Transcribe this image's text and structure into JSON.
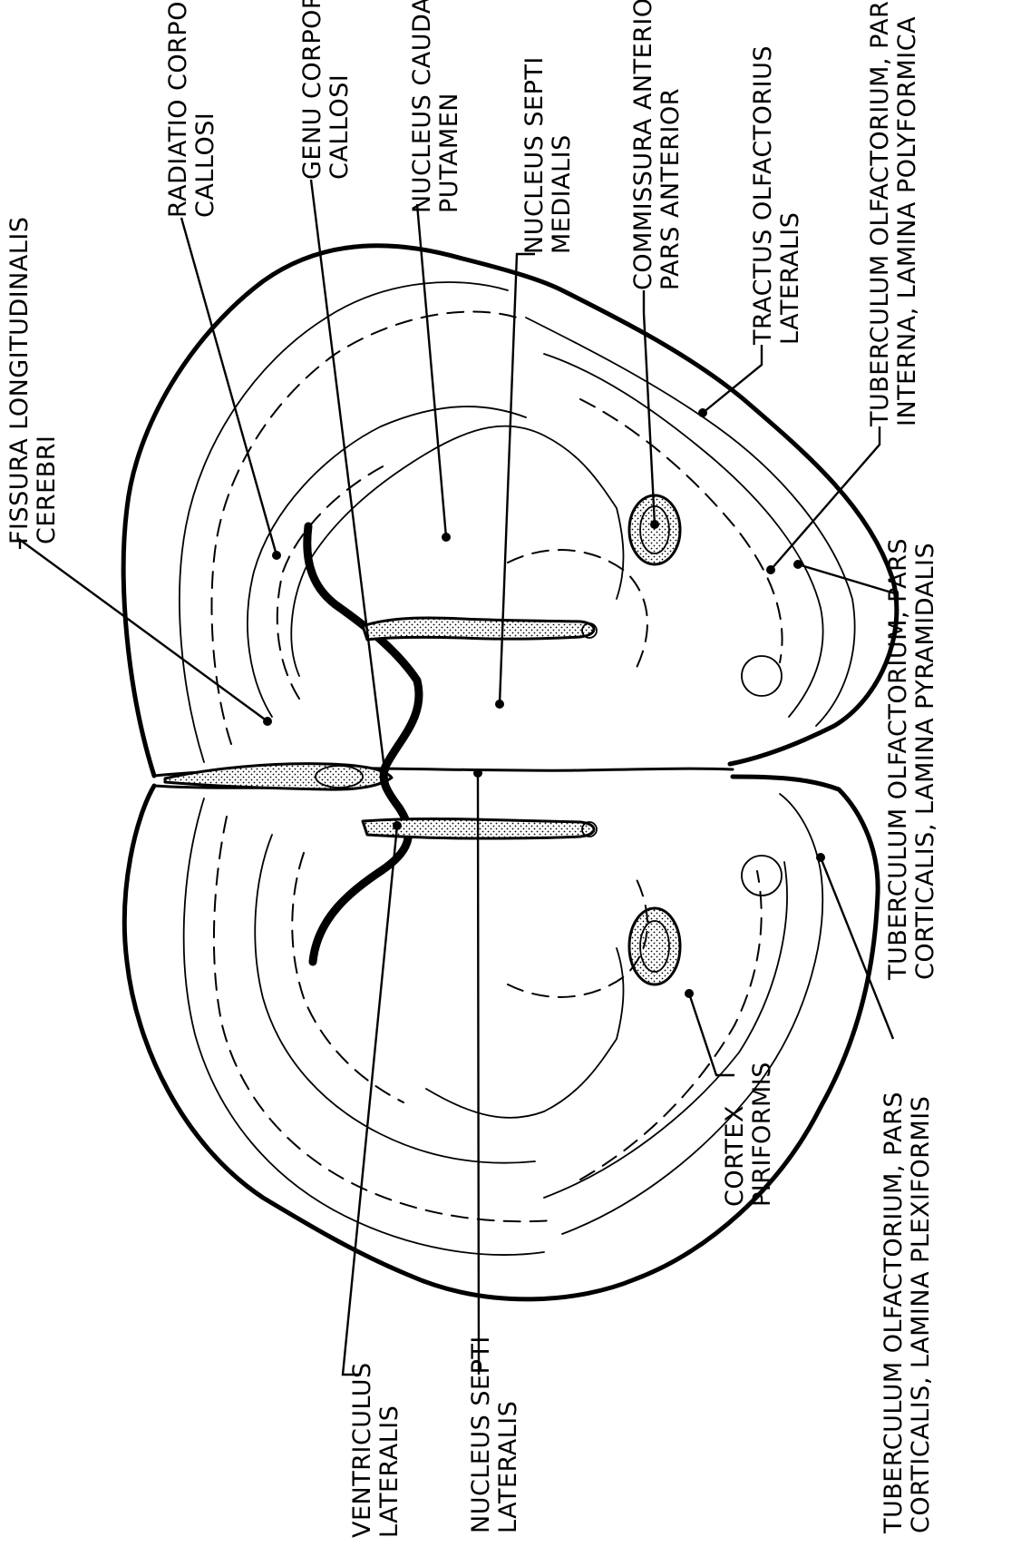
{
  "labels": {
    "radiatio": [
      "RADIATIO CORPORIS",
      "CALLOSI"
    ],
    "genu": [
      "GENU CORPORIS",
      "CALLOSI"
    ],
    "caudatus": [
      "NUCLEUS CAUDATUS",
      "PUTAMEN"
    ],
    "septi_medialis": [
      "NUCLEUS SEPTI",
      "MEDIALIS"
    ],
    "commissura": [
      "COMMISSURA ANTERIOR,",
      "PARS ANTERIOR"
    ],
    "tractus": [
      "TRACTUS OLFACTORIUS",
      "LATERALIS"
    ],
    "tuberculum_polyformica": [
      "TUBERCULUM OLFACTORIUM, PARS",
      "INTERNA, LAMINA POLYFORMICA"
    ],
    "fissura": [
      "FISSURA LONGITUDINALIS",
      "CEREBRI"
    ],
    "tuberculum_pyramidalis": [
      "TUBERCULUM OLFACTORIUM, PARS",
      "CORTICALIS, LAMINA PYRAMIDALIS"
    ],
    "cortex_piriformis": [
      "CORTEX",
      "PIRIFORMIS"
    ],
    "tuberculum_plexiformis": [
      "TUBERCULUM OLFACTORIUM, PARS",
      "CORTICALIS, LAMINA PLEXIFORMIS"
    ],
    "septi_lateralis": [
      "NUCLEUS SEPTI",
      "LATERALIS"
    ],
    "ventriculus": [
      "VENTRICULUS",
      "LATERALIS"
    ]
  },
  "colors": {
    "ink": "#000000",
    "paper": "#ffffff"
  }
}
